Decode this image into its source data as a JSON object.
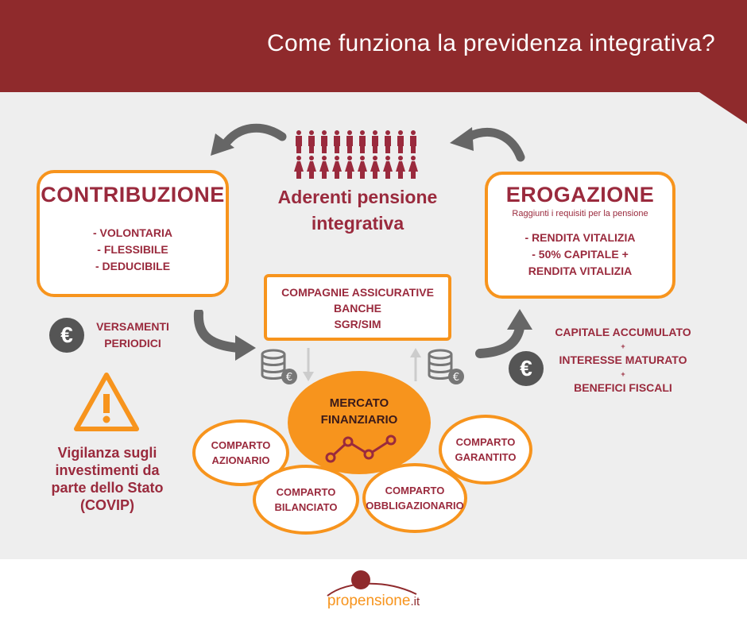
{
  "header": {
    "title": "Come funziona la previdenza integrativa?"
  },
  "aderenti": {
    "label_line1": "Aderenti pensione",
    "label_line2": "integrativa"
  },
  "contribuzione": {
    "title": "CONTRIBUZIONE",
    "items": [
      "- VOLONTARIA",
      "- FLESSIBILE",
      "- DEDUCIBILE"
    ]
  },
  "erogazione": {
    "title": "EROGAZIONE",
    "subtitle": "Raggiunti i requisiti per la pensione",
    "items": [
      "- RENDITA VITALIZIA",
      "- 50% CAPITALE +",
      "RENDITA VITALIZIA"
    ]
  },
  "gestori": {
    "lines": [
      "COMPAGNIE ASSICURATIVE",
      "BANCHE",
      "SGR/SIM"
    ]
  },
  "versamenti": {
    "line1": "VERSAMENTI",
    "line2": "PERIODICI",
    "icon_symbol": "€"
  },
  "capitale": {
    "icon_symbol": "€",
    "lines": [
      "CAPITALE ACCUMULATO",
      "+",
      "INTERESSE MATURATO",
      "+",
      "BENEFICI FISCALI"
    ]
  },
  "mercato": {
    "line1": "MERCATO",
    "line2": "FINANZIARIO"
  },
  "comparti": {
    "azionario": [
      "COMPARTO",
      "AZIONARIO"
    ],
    "bilanciato": [
      "COMPARTO",
      "BILANCIATO"
    ],
    "obbligazionario": [
      "COMPARTO",
      "OBBLIGAZIONARIO"
    ],
    "garantito": [
      "COMPARTO",
      "GARANTITO"
    ]
  },
  "vigilanza": {
    "lines": [
      "Vigilanza sugli",
      "investimenti da",
      "parte dello Stato",
      "(COVIP)"
    ]
  },
  "logo": {
    "brand": "propensione",
    "tld": ".it"
  },
  "colors": {
    "header": "#8f2a2c",
    "accent_orange": "#f7941d",
    "wine_text": "#9a2a3d",
    "background": "#eeeeee",
    "arrow_gray": "#666666",
    "market_fill": "#f7941d"
  },
  "icons": {
    "people": "people-group-icon",
    "euro": "euro-coin-icon",
    "warning": "warning-triangle-icon",
    "database": "database-coin-icon",
    "trend": "line-trend-icon"
  }
}
